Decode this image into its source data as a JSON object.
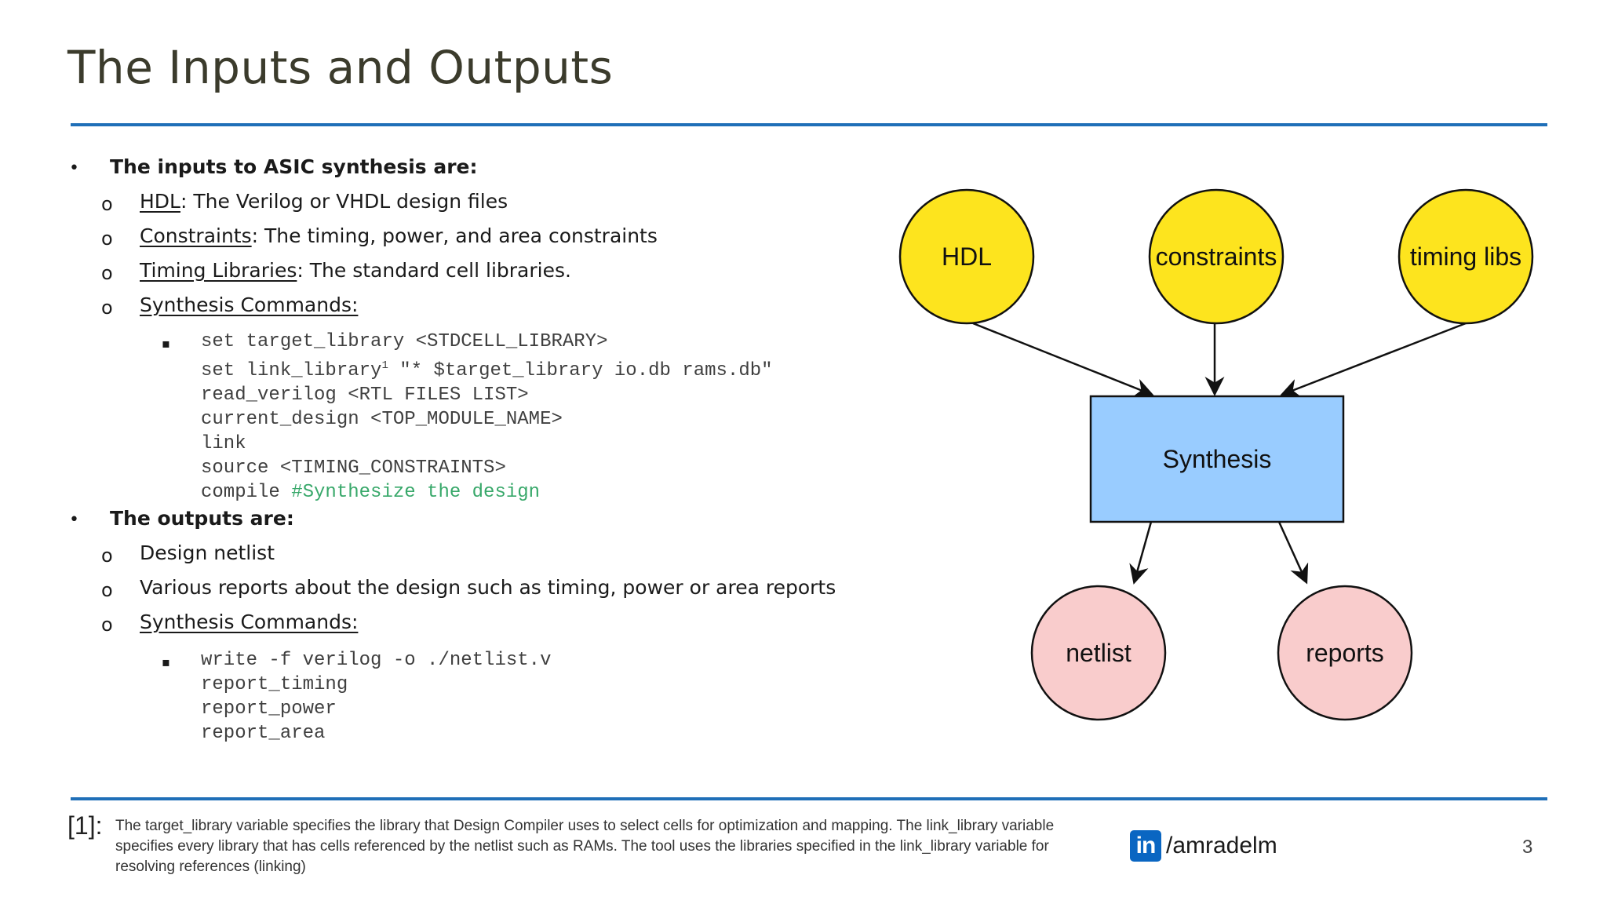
{
  "title": "The Inputs and Outputs",
  "inputs": {
    "heading": "The inputs to ASIC synthesis are:",
    "items": [
      {
        "term": "HDL",
        "desc": ": The Verilog or VHDL design files"
      },
      {
        "term": "Constraints",
        "desc": ": The timing, power, and area constraints"
      },
      {
        "term": "Timing Libraries",
        "desc": ": The standard cell libraries."
      },
      {
        "term": "Synthesis Commands:",
        "desc": ""
      }
    ],
    "code": [
      "set target_library <STDCELL_LIBRARY>",
      "set link_library",
      "read_verilog <RTL FILES LIST>",
      "current_design <TOP_MODULE_NAME>",
      "link",
      "source <TIMING_CONSTRAINTS>",
      "compile "
    ],
    "code_link_sup": "1",
    "code_link_rest": " \"* $target_library io.db rams.db\"",
    "code_comment": "#Synthesize the design"
  },
  "outputs": {
    "heading": "The outputs are:",
    "items": [
      {
        "term": "",
        "desc": "Design netlist"
      },
      {
        "term": "",
        "desc": "Various reports about the design such as timing, power or area reports"
      },
      {
        "term": "Synthesis Commands:",
        "desc": ""
      }
    ],
    "code": [
      "write -f verilog -o ./netlist.v",
      "report_timing",
      "report_power",
      "report_area"
    ]
  },
  "markers": {
    "bullet": "•",
    "sub": "o",
    "square": "▪"
  },
  "diagram": {
    "nodes": {
      "hdl": "HDL",
      "constraints": "constraints",
      "timing_libs": "timing libs",
      "synthesis": "Synthesis",
      "netlist": "netlist",
      "reports": "reports"
    },
    "colors": {
      "input": "#fde41e",
      "process": "#99ccff",
      "output": "#f9cccc",
      "stroke": "#111111"
    }
  },
  "footnote": {
    "mark": "[1]:",
    "text": "The target_library variable specifies the library that Design Compiler uses to select cells for optimization and mapping. The link_library variable specifies every library that has cells referenced by the netlist such as RAMs. The tool uses the libraries specified in the link_library variable for resolving references (linking)"
  },
  "brand": {
    "logo": "in",
    "handle": "/amradelm",
    "icon": "linkedin-icon"
  },
  "page_number": "3",
  "colors": {
    "rule": "#1f6fb8",
    "title": "#3b3b2c",
    "comment": "#38a86a"
  }
}
